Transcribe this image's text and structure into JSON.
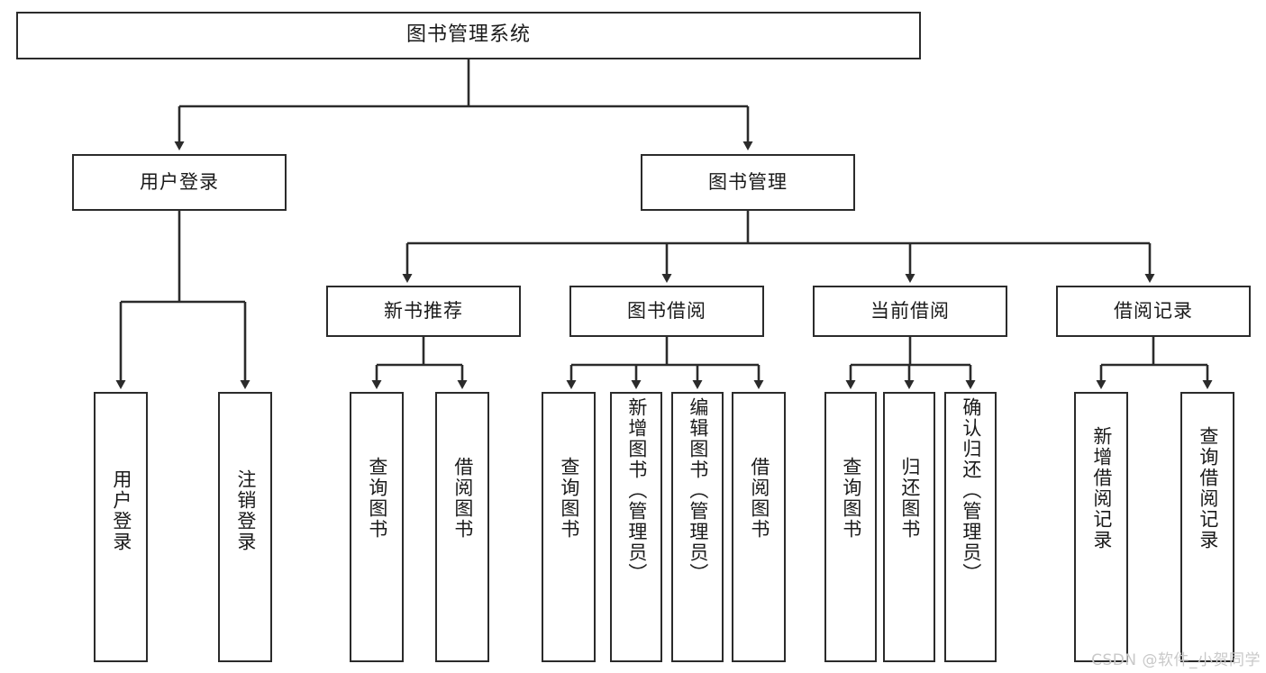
{
  "diagram": {
    "title": "图书管理系统",
    "type": "tree-hierarchy",
    "watermark": "CSDN @软件_小贺同学",
    "colors": {
      "background": "#ffffff",
      "border": "#2b2b2b",
      "text": "#1a1a1a",
      "edge": "#2b2b2b",
      "watermark": "#c9c9c9"
    },
    "root": {
      "label": "图书管理系统"
    },
    "level2": [
      {
        "label": "用户登录"
      },
      {
        "label": "图书管理"
      }
    ],
    "level3": [
      {
        "label": "新书推荐"
      },
      {
        "label": "图书借阅"
      },
      {
        "label": "当前借阅"
      },
      {
        "label": "借阅记录"
      }
    ],
    "leaves": {
      "user_login": [
        {
          "label": "用户登录"
        },
        {
          "label": "注销登录"
        }
      ],
      "new_book_recommend": [
        {
          "label": "查询图书"
        },
        {
          "label": "借阅图书"
        }
      ],
      "book_borrow": [
        {
          "label": "查询图书"
        },
        {
          "label": "新增图书（管理员）"
        },
        {
          "label": "编辑图书（管理员）"
        },
        {
          "label": "借阅图书"
        }
      ],
      "current_borrow": [
        {
          "label": "查询图书"
        },
        {
          "label": "归还图书"
        },
        {
          "label": "确认归还（管理员）"
        }
      ],
      "borrow_record": [
        {
          "label": "新增借阅记录"
        },
        {
          "label": "查询借阅记录"
        }
      ]
    }
  }
}
